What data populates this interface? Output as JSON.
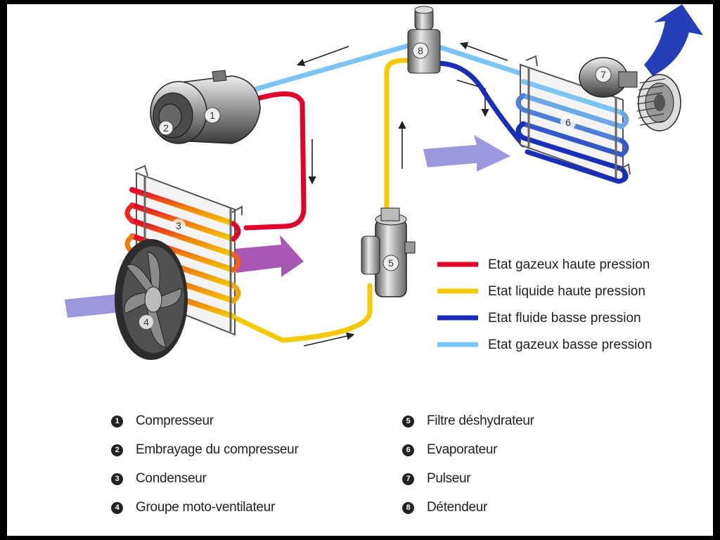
{
  "colors": {
    "high_pressure_gas": "#e3002b",
    "high_pressure_liquid": "#f5c800",
    "low_pressure_fluid": "#1a2fb8",
    "low_pressure_gas": "#7cc4f4",
    "background": "#ffffff",
    "frame": "#000000"
  },
  "component_markers": [
    "1",
    "2",
    "3",
    "4",
    "5",
    "6",
    "7",
    "8"
  ],
  "line_legend": [
    {
      "color_key": "high_pressure_gas",
      "label": "Etat gazeux haute pression"
    },
    {
      "color_key": "high_pressure_liquid",
      "label": "Etat liquide haute pression"
    },
    {
      "color_key": "low_pressure_fluid",
      "label": "Etat fluide basse pression"
    },
    {
      "color_key": "low_pressure_gas",
      "label": "Etat gazeux basse pression"
    }
  ],
  "component_key": [
    {
      "num": "1",
      "label": "Compresseur"
    },
    {
      "num": "2",
      "label": "Embrayage du compresseur"
    },
    {
      "num": "3",
      "label": "Condenseur"
    },
    {
      "num": "4",
      "label": "Groupe moto-ventilateur"
    },
    {
      "num": "5",
      "label": "Filtre déshydrateur"
    },
    {
      "num": "6",
      "label": "Evaporateur"
    },
    {
      "num": "7",
      "label": "Pulseur"
    },
    {
      "num": "8",
      "label": "Détendeur"
    }
  ]
}
